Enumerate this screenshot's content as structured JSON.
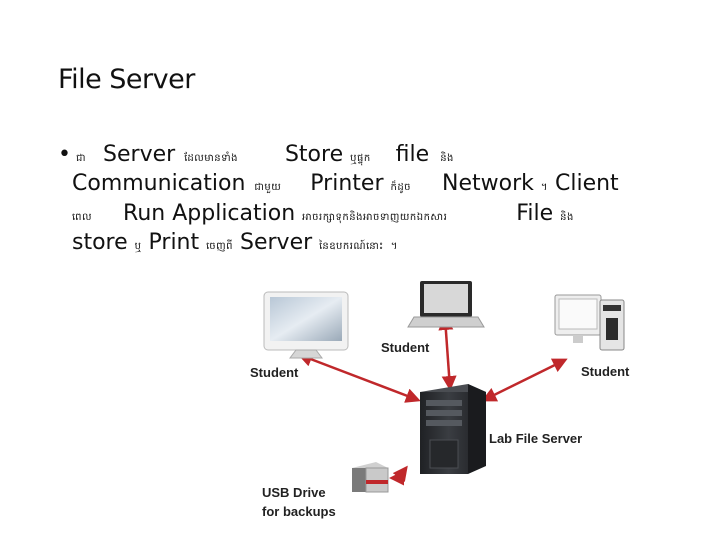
{
  "slide": {
    "title": "File Server",
    "bullet_char": "•",
    "lines": [
      [
        "ជា",
        "Server",
        "ដែលមានទាំង",
        "Store",
        "ឬផ្ទុក",
        "file",
        "និង"
      ],
      [
        "Communication",
        "ជាមួយ",
        "Printer",
        "ក៏ដូច",
        "Network",
        "។",
        "Client"
      ],
      [
        "ពេល",
        "Run Application",
        "អាចរក្សាទុកនិងអាចទាញយកឯកសារ",
        "File",
        "និង"
      ],
      [
        "store",
        "ឬ",
        "Print",
        "ចេញពី",
        "Server",
        "នៃឧបករណ៍នោះ",
        "។"
      ]
    ]
  },
  "diagram": {
    "labels": {
      "student_left": "Student",
      "student_top": "Student",
      "student_right": "Student",
      "server": "Lab File Server",
      "usb_line1": "USB Drive",
      "usb_line2": "for backups"
    },
    "colors": {
      "arrow": "#c0282b",
      "server_body": "#2e3034"
    }
  }
}
